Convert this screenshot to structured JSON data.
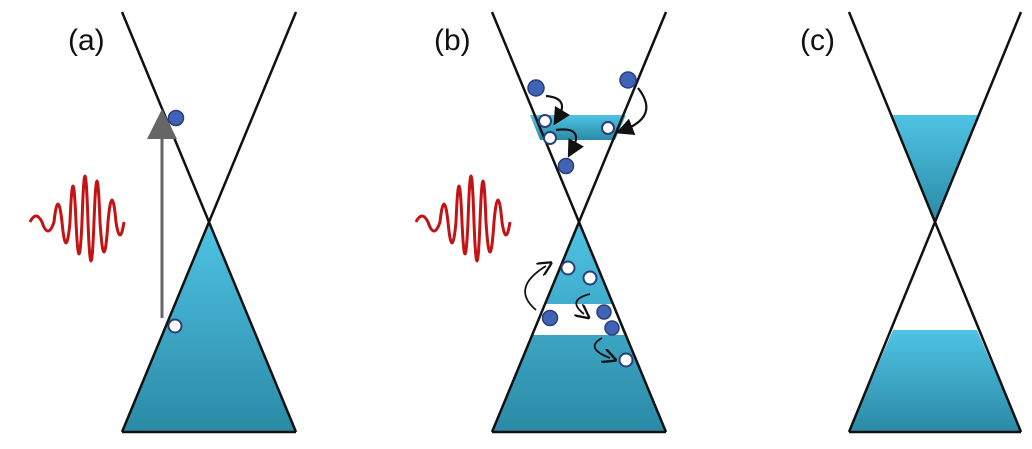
{
  "figure": {
    "colors": {
      "band_fill_light": "#4fc3e4",
      "band_fill_dark": "#2b8aa6",
      "band_outline": "#111111",
      "pulse": "#c21414",
      "electron": "#3f63b5",
      "electron_outline": "#2a3f7a",
      "hole_fill": "#ffffff",
      "transition_arrow": "#666666",
      "scatter_arrow": "#111111"
    },
    "panels": [
      {
        "label": "(a)",
        "icons": [
          "dirac-cone-icon",
          "laser-pulse-icon",
          "excitation-arrow-icon",
          "electron-icon",
          "hole-icon"
        ]
      },
      {
        "label": "(b)",
        "icons": [
          "dirac-cone-icon",
          "laser-pulse-icon",
          "electron-icon",
          "hole-icon",
          "curved-arrow-icon"
        ]
      },
      {
        "label": "(c)",
        "icons": [
          "dirac-cone-icon"
        ]
      }
    ]
  }
}
